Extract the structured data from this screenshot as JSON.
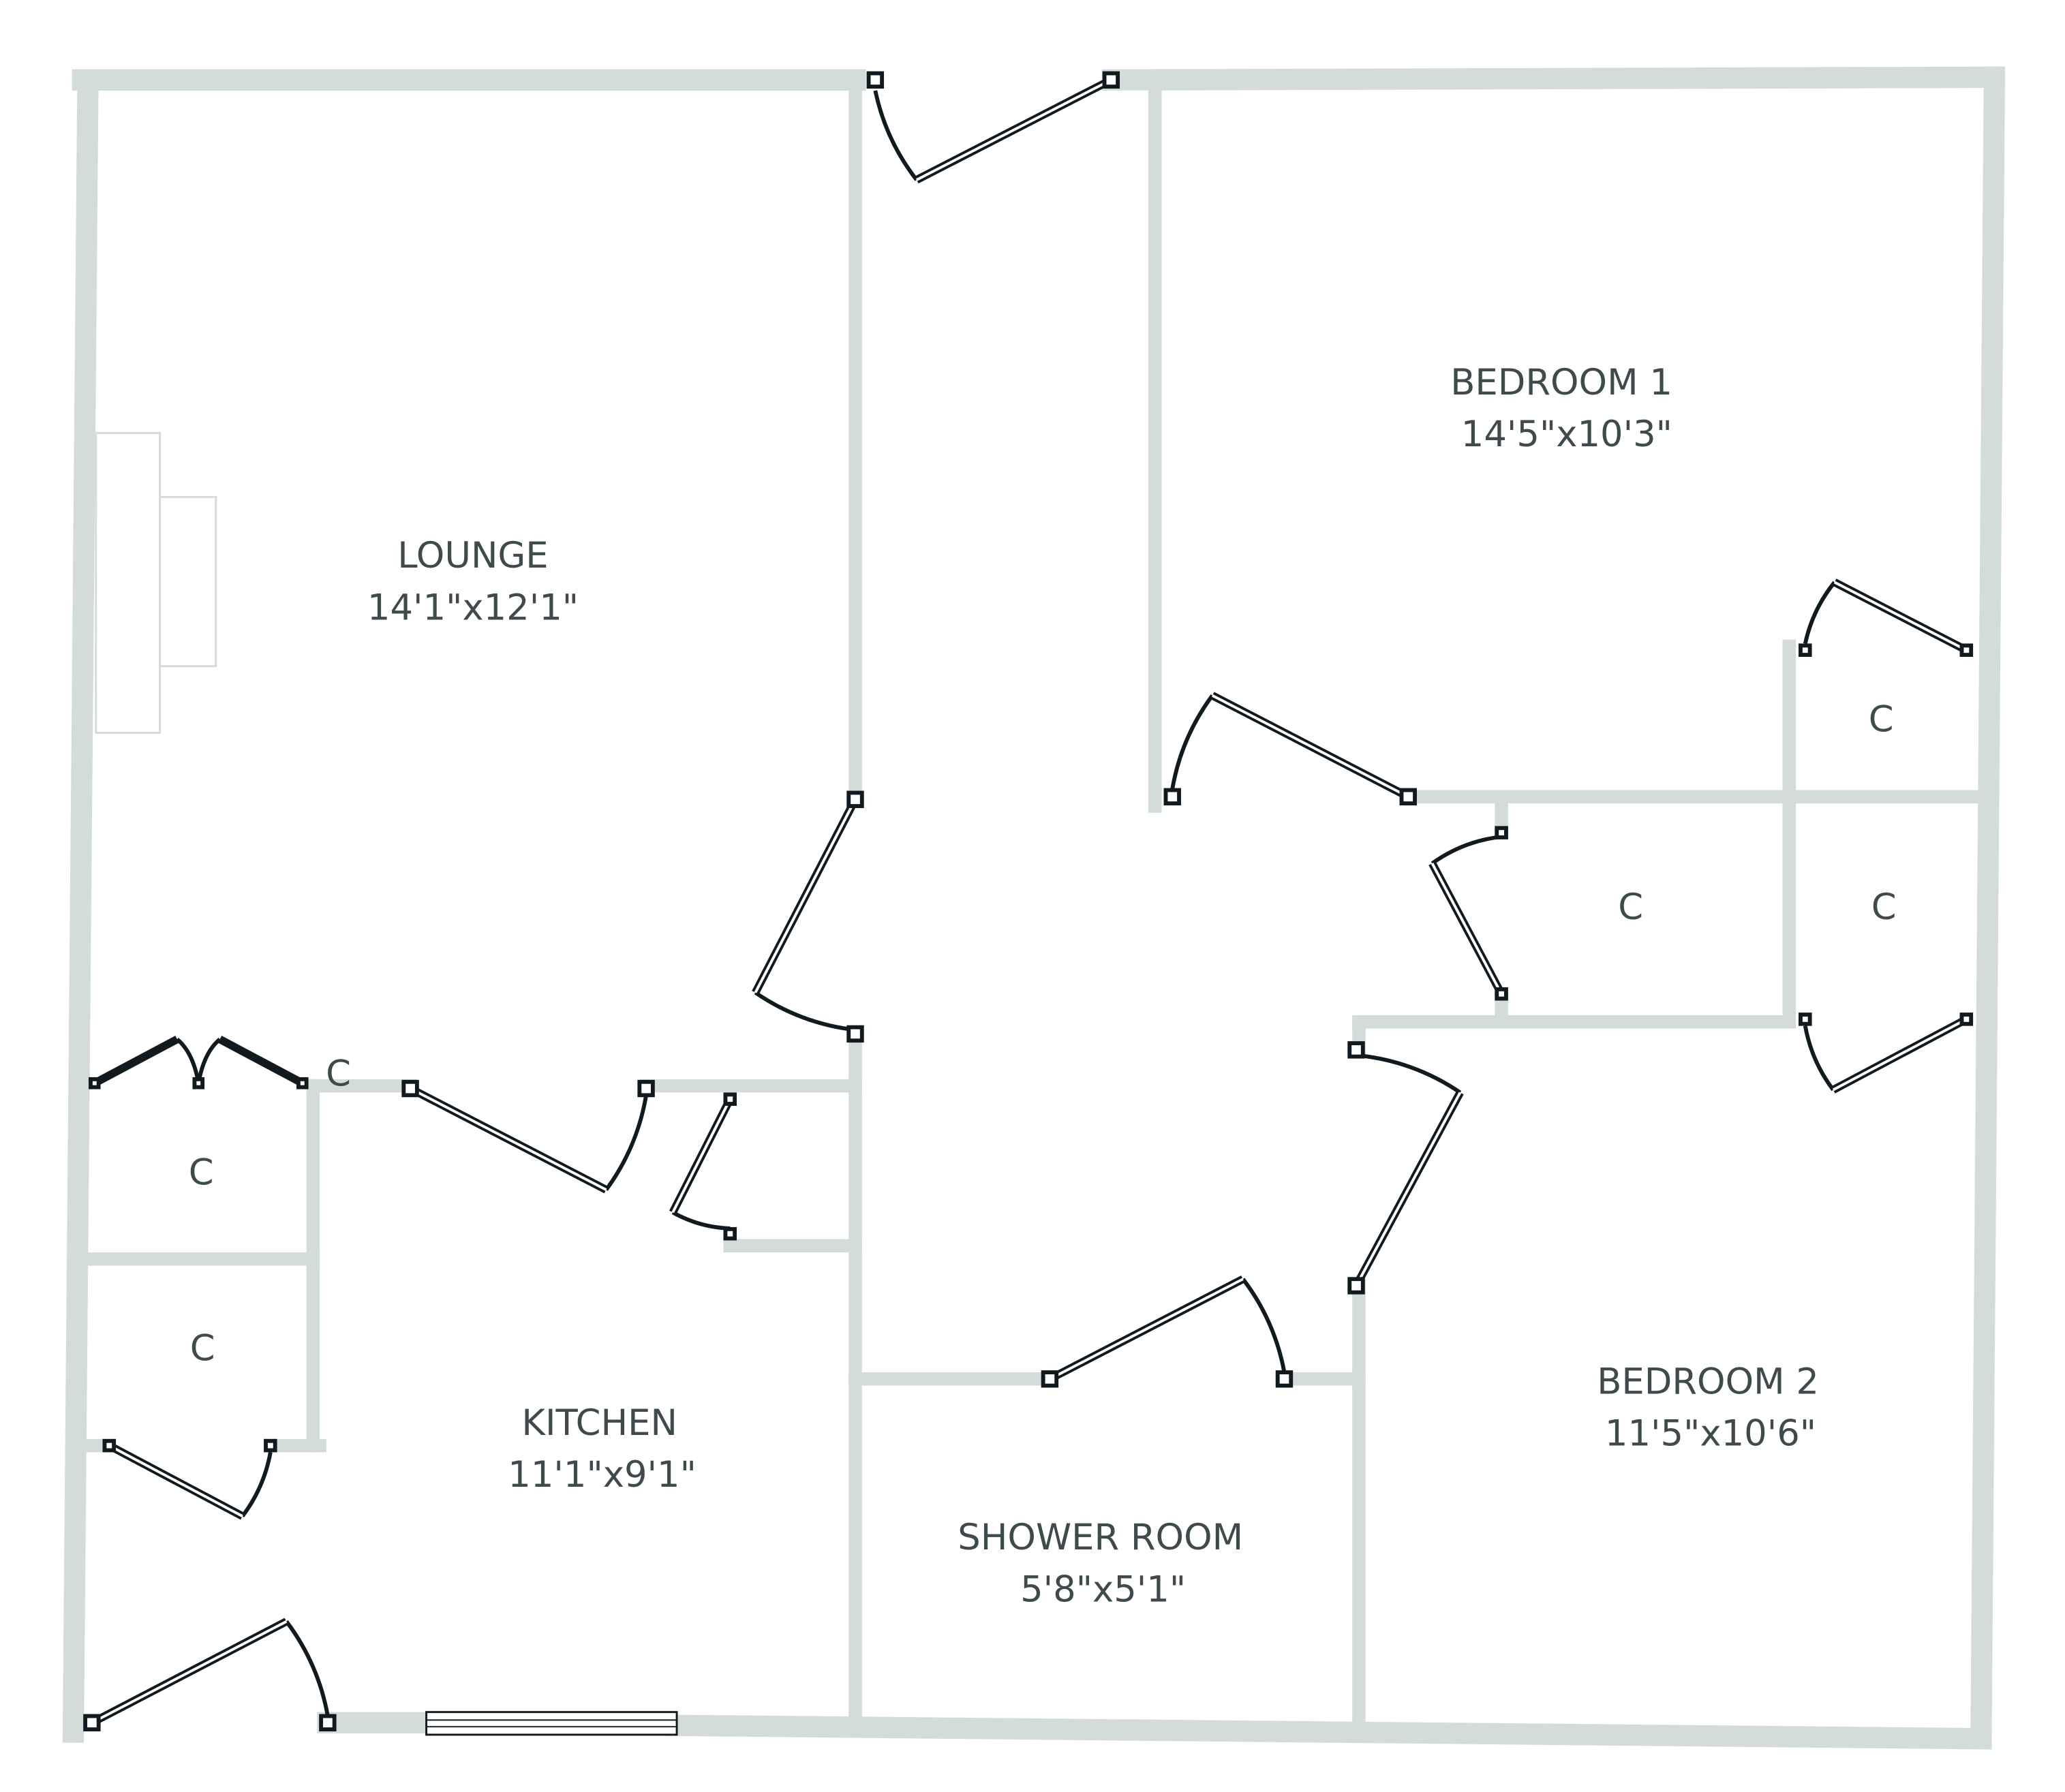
{
  "rooms": {
    "lounge": {
      "name": "LOUNGE",
      "size": "14'1\"x12'1\""
    },
    "bedroom1": {
      "name": "BEDROOM 1",
      "size": "14'5\"x10'3\""
    },
    "bedroom2": {
      "name": "BEDROOM 2",
      "size": "11'5\"x10'6\""
    },
    "kitchen": {
      "name": "KITCHEN",
      "size": "11'1\"x9'1\""
    },
    "shower": {
      "name": "SHOWER ROOM",
      "size": "5'8\"x5'1\""
    }
  },
  "closet_label": "C",
  "colors": {
    "wall": "#d3dcd9",
    "text": "#3f4a4d",
    "door": "#111a1f"
  }
}
